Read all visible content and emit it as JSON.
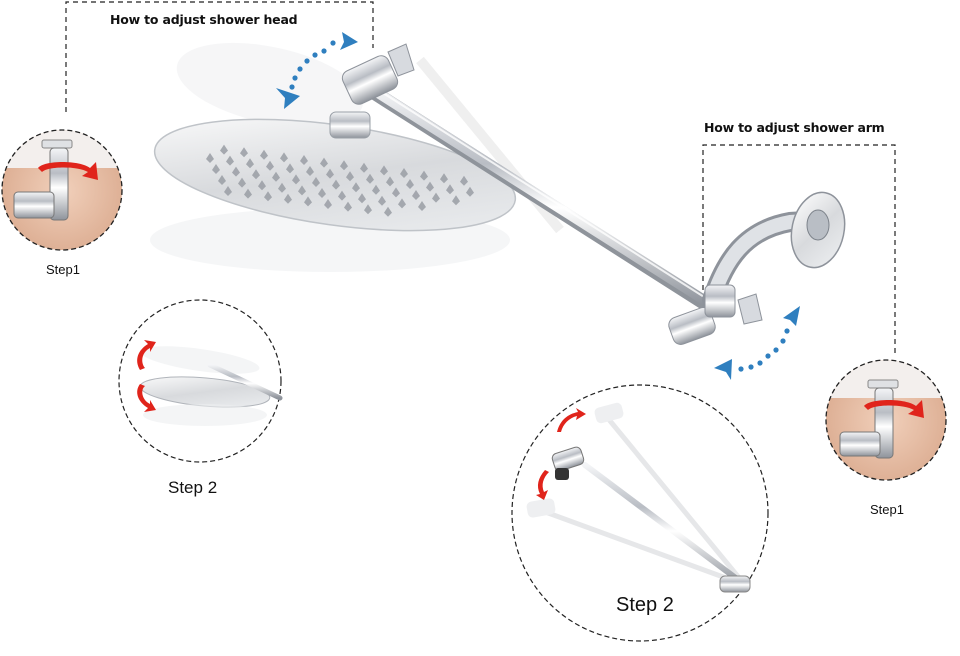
{
  "image": {
    "subject": "Adjustable shower arm with rain shower head instructions",
    "colors": {
      "background": "#ffffff",
      "adjust_arrow_blue": "#2f7fbf",
      "rotate_arrow_red": "#e0241b",
      "chrome": "#c9ccd1",
      "skin": "#e8c2a8",
      "dashed_line": "#222222"
    }
  },
  "sections": {
    "shower_head": {
      "title": "How to adjust shower head",
      "step1_label": "Step1",
      "step2_label": "Step 2"
    },
    "shower_arm": {
      "title": "How to adjust shower arm",
      "step1_label": "Step1",
      "step2_label": "Step 2"
    }
  },
  "icons": {
    "head_adjust_arrow": "curved-double-arrow-icon",
    "arm_adjust_arrow": "curved-double-arrow-icon",
    "valve_rotate_arrow": "rotate-arrow-icon",
    "tilt_up_arrow": "curved-arrow-up-icon",
    "tilt_down_arrow": "curved-arrow-down-icon"
  }
}
